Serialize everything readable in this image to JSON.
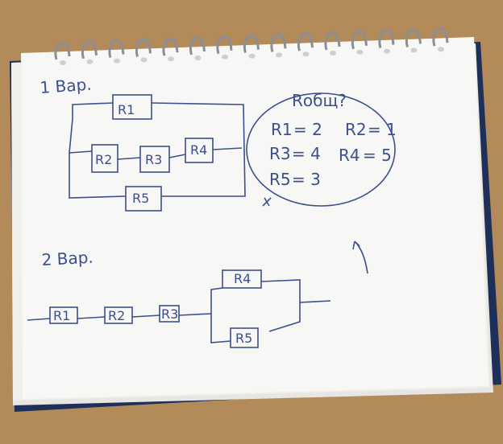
{
  "photo": {
    "background_color": "#b98f5f",
    "notebook_back_color": "#1e2f5a",
    "paper_color": "#f7f7f5",
    "ink_color": "#3c4f8f",
    "spiral_rings": 15
  },
  "variant1": {
    "title": "1 Вар.",
    "resistors": [
      {
        "id": "r1",
        "label": "R1"
      },
      {
        "id": "r2",
        "label": "R2"
      },
      {
        "id": "r3",
        "label": "R3"
      },
      {
        "id": "r4",
        "label": "R4"
      },
      {
        "id": "r5",
        "label": "R5"
      }
    ],
    "bubble": {
      "question": "Rобщ?",
      "values": [
        {
          "label": "R1",
          "eq": "= 2"
        },
        {
          "label": "R2",
          "eq": "= 1"
        },
        {
          "label": "R3",
          "eq": "= 4"
        },
        {
          "label": "R4",
          "eq": "= 5"
        },
        {
          "label": "R5",
          "eq": "= 3"
        }
      ]
    }
  },
  "variant2": {
    "title": "2 Вар.",
    "resistors": [
      {
        "id": "r1",
        "label": "R1"
      },
      {
        "id": "r2",
        "label": "R2"
      },
      {
        "id": "r3",
        "label": "R3"
      },
      {
        "id": "r4",
        "label": "R4"
      },
      {
        "id": "r5",
        "label": "R5"
      }
    ]
  }
}
